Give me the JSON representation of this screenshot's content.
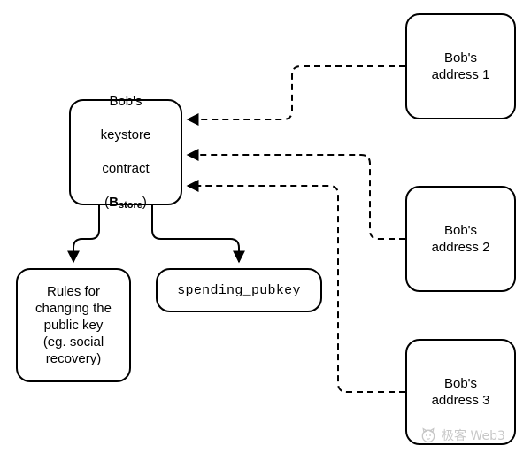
{
  "diagram": {
    "title": "Bob's keystore contract architecture",
    "background_color": "#ffffff",
    "stroke_color": "#000000",
    "nodes": {
      "keystore": {
        "line1": "Bob's",
        "line2": "keystore",
        "line3": "contract",
        "label_open": "(",
        "label_symbol": "B",
        "label_subscript": "store",
        "label_close": ")"
      },
      "rules": {
        "text": "Rules for\nchanging the\npublic key\n(eg. social\nrecovery)"
      },
      "spending": {
        "text": "spending_pubkey"
      },
      "address1": {
        "text": "Bob's\naddress 1"
      },
      "address2": {
        "text": "Bob's\naddress 2"
      },
      "address3": {
        "text": "Bob's\naddress 3"
      }
    },
    "edges": [
      {
        "name": "address1-to-keystore",
        "from": "address1",
        "to": "keystore",
        "style": "dashed",
        "arrow": "to-keystore"
      },
      {
        "name": "address2-to-keystore",
        "from": "address2",
        "to": "keystore",
        "style": "dashed",
        "arrow": "to-keystore"
      },
      {
        "name": "address3-to-keystore",
        "from": "address3",
        "to": "keystore",
        "style": "dashed",
        "arrow": "to-keystore"
      },
      {
        "name": "keystore-to-rules",
        "from": "keystore",
        "to": "rules",
        "style": "solid",
        "arrow": "to-rules"
      },
      {
        "name": "keystore-to-spending",
        "from": "keystore",
        "to": "spending",
        "style": "solid",
        "arrow": "to-spending"
      }
    ]
  },
  "watermark": {
    "text": "极客 Web3",
    "icon": "cat-face-logo"
  }
}
